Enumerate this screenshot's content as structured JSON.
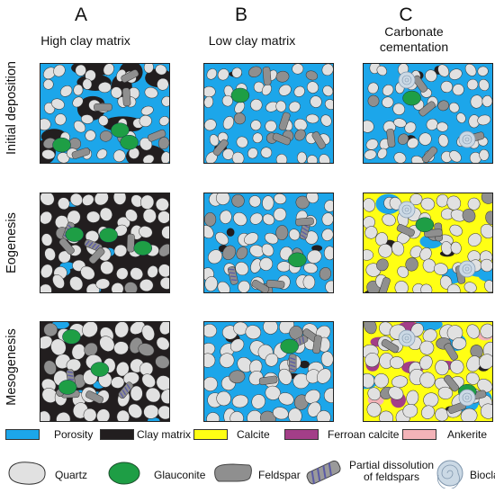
{
  "columns": [
    {
      "letter": "A",
      "title_lines": [
        "High clay matrix"
      ]
    },
    {
      "letter": "B",
      "title_lines": [
        "Low clay matrix"
      ]
    },
    {
      "letter": "C",
      "title_lines": [
        "Carbonate",
        "cementation"
      ]
    }
  ],
  "rows": [
    "Initial deposition",
    "Eogenesis",
    "Mesogenesis"
  ],
  "legend": {
    "fills": [
      {
        "label": "Porosity",
        "color": "#1ca6ea"
      },
      {
        "label": "Clay matrix",
        "color": "#221e1f"
      },
      {
        "label": "Calcite",
        "color": "#ffff14"
      },
      {
        "label": "Ferroan calcite",
        "color": "#a33e88"
      },
      {
        "label": "Ankerite",
        "color": "#f3b3b8"
      }
    ],
    "grains": [
      {
        "label": "Quartz",
        "icon": "quartz-icon",
        "color": "#e1e1e1"
      },
      {
        "label": "Glauconite",
        "icon": "glauconite-icon",
        "color": "#1e9e45"
      },
      {
        "label": "Feldspar",
        "icon": "feldspar-icon",
        "color": "#8f8f8f"
      },
      {
        "label_lines": [
          "Partial dissolution",
          "of feldspars"
        ],
        "icon": "partial-dissolution-feldspar-icon",
        "color": "#5a5aa6"
      },
      {
        "label": "Bioclast",
        "icon": "bioclast-icon",
        "color": "#cbd9e5"
      }
    ]
  }
}
